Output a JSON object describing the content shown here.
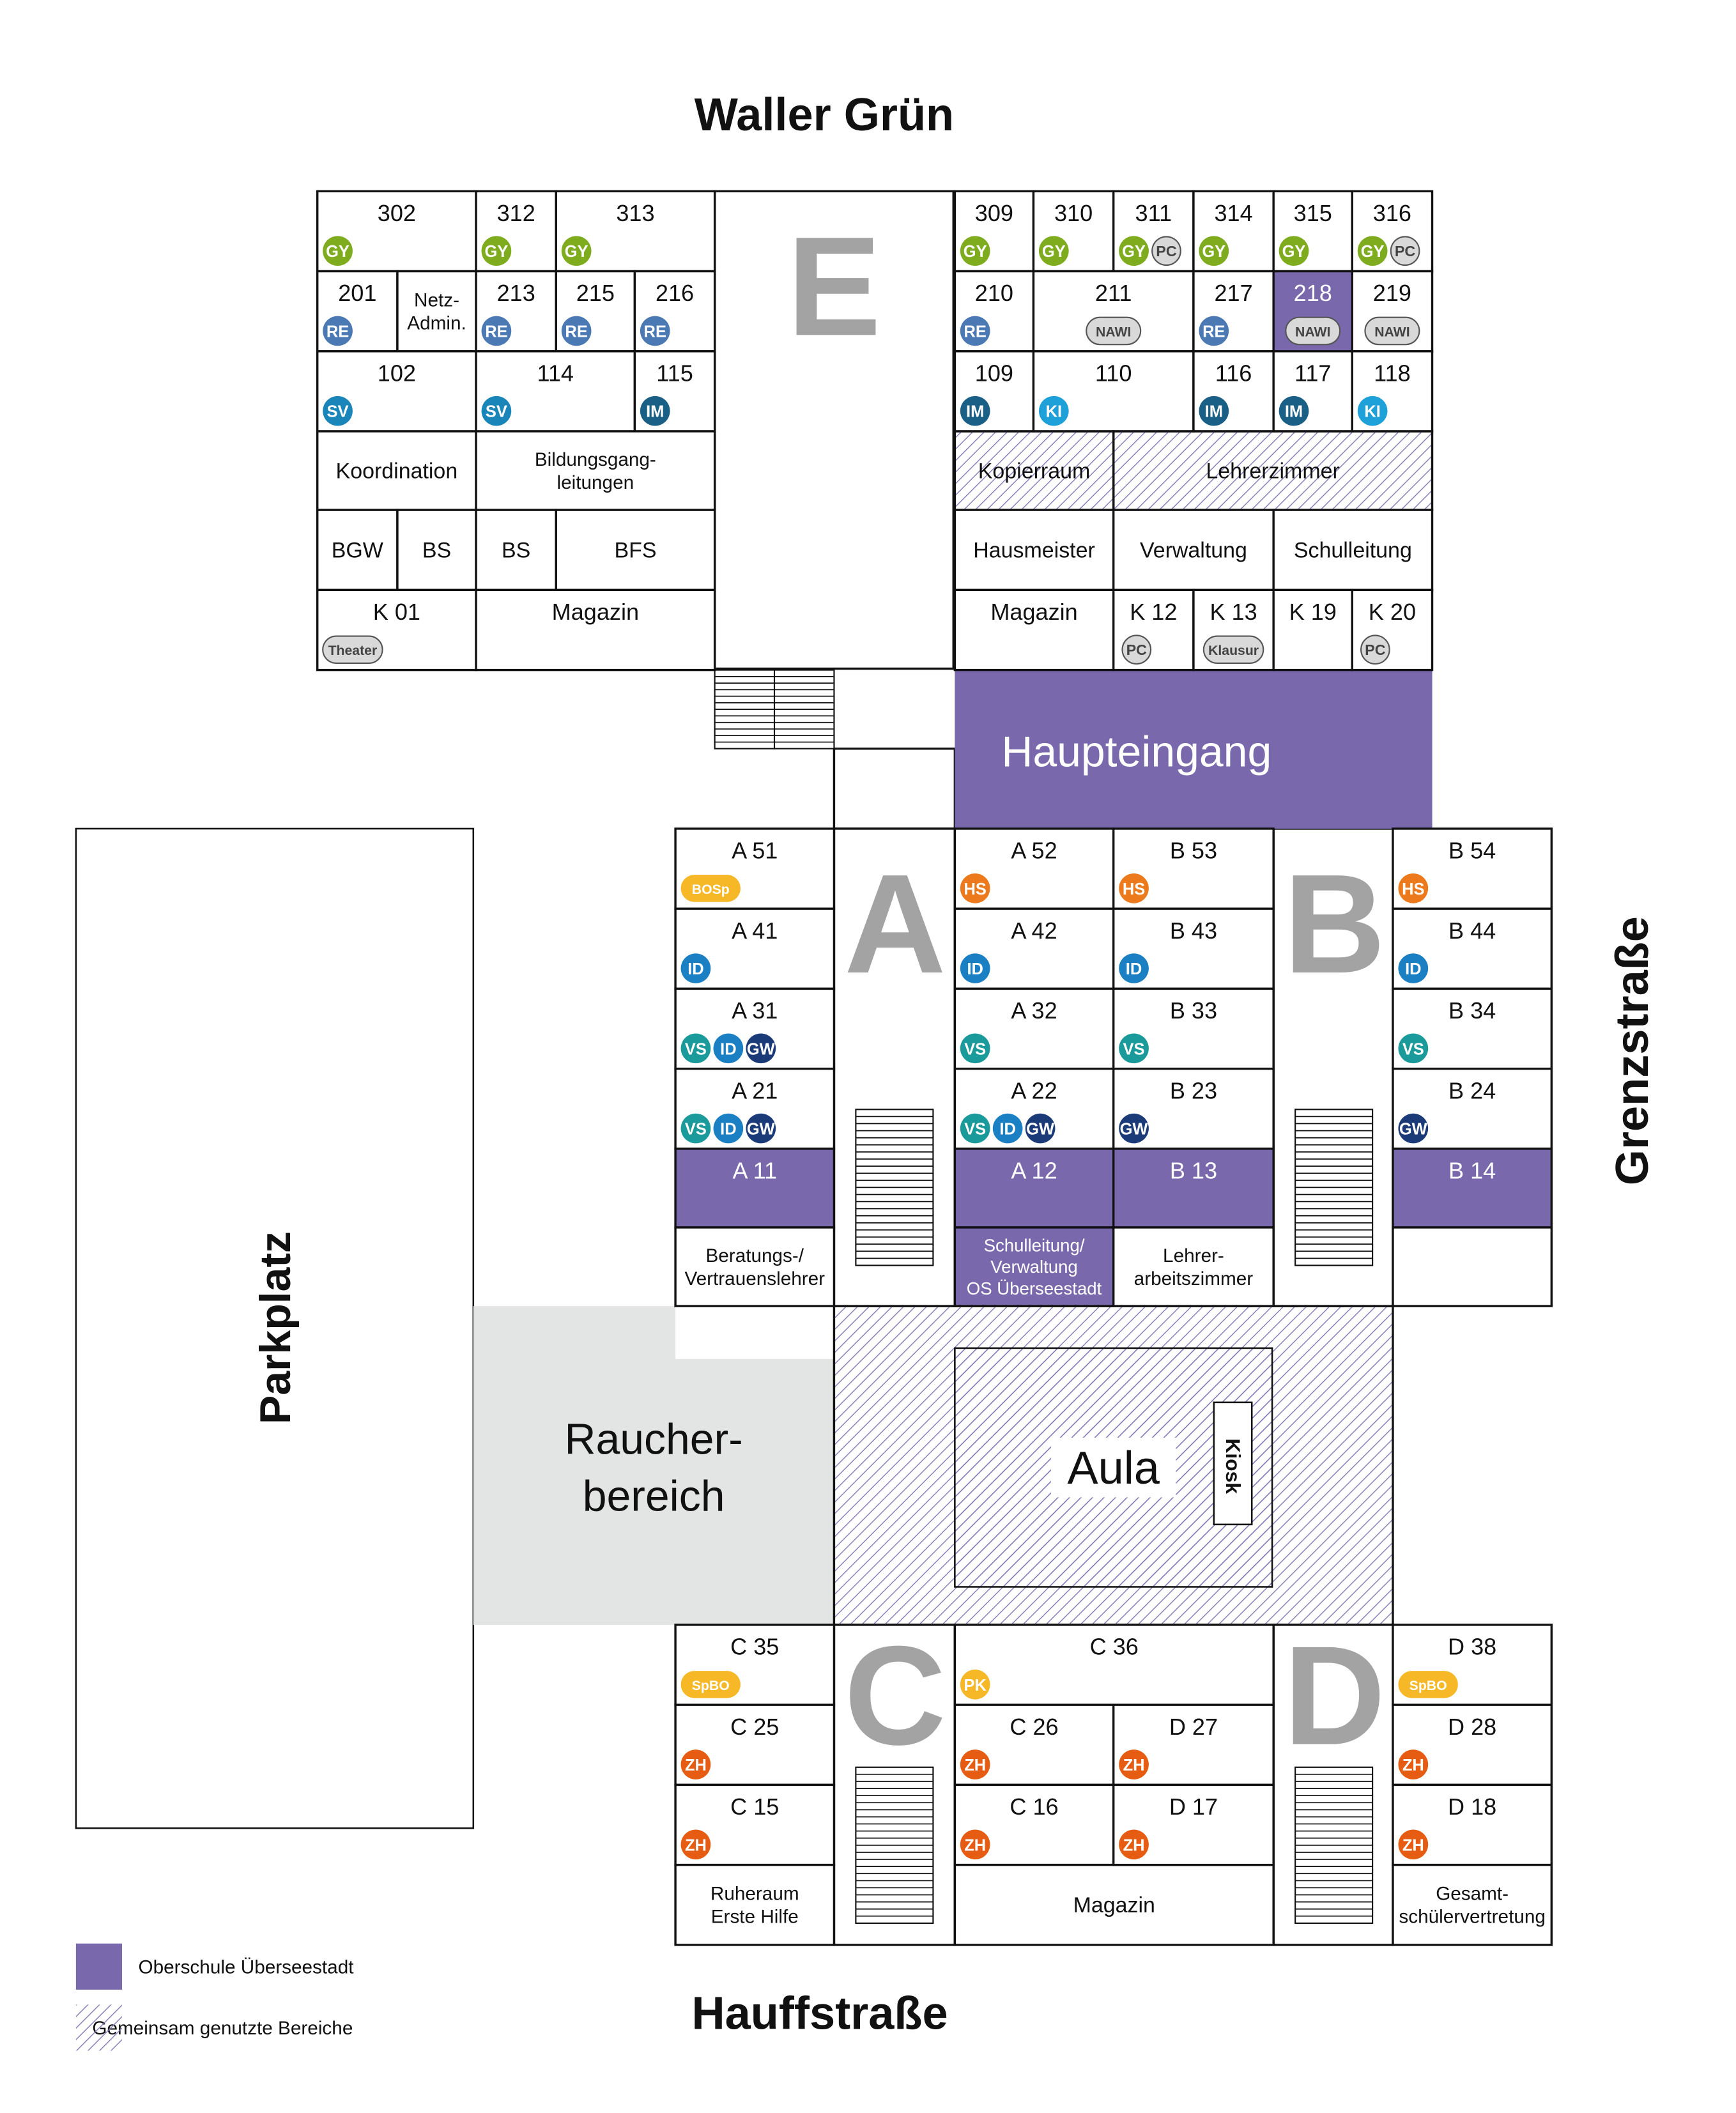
{
  "streets": {
    "north": "Waller Grün",
    "south": "Hauffstraße",
    "east": "Grenzstraße"
  },
  "colors": {
    "purple": "#7a68ad",
    "hatch": "#7a68ad",
    "smoker": "#e3e4e4",
    "wing_letter": "#a3a3a3",
    "badge": {
      "GY": "#7fac1e",
      "RE": "#4b79b4",
      "SV": "#1a85b8",
      "IM": "#1a5f86",
      "KI": "#1ea0d9",
      "ID": "#1b7fc4",
      "VS": "#1a9a9a",
      "GW": "#1a3a78",
      "HS": "#ec7a1c",
      "ZH": "#e65c12",
      "PK": "#f6b826",
      "BOSp": "#f6b826",
      "SpBO": "#f6b826",
      "PC": "#d9d9d9",
      "NAWI": "#d9d9d9",
      "Klausur": "#d9d9d9",
      "Theater": "#d9d9d9"
    }
  },
  "wing_letters": [
    "E",
    "A",
    "B",
    "C",
    "D"
  ],
  "areas": {
    "haupteingang": "Haupteingang",
    "aula": "Aula",
    "kiosk": "Kiosk",
    "raucher": [
      "Raucher-",
      "bereich"
    ],
    "parkplatz": "Parkplatz"
  },
  "rooms": [
    {
      "name": "302",
      "badges": [
        "GY"
      ]
    },
    {
      "name": "312",
      "badges": [
        "GY"
      ]
    },
    {
      "name": "313",
      "badges": [
        "GY"
      ]
    },
    {
      "name": "201",
      "badges": [
        "RE"
      ]
    },
    {
      "name": [
        "Netz-",
        "Admin."
      ],
      "badges": []
    },
    {
      "name": "213",
      "badges": [
        "RE"
      ]
    },
    {
      "name": "215",
      "badges": [
        "RE"
      ]
    },
    {
      "name": "216",
      "badges": [
        "RE"
      ]
    },
    {
      "name": "102",
      "badges": [
        "SV"
      ]
    },
    {
      "name": "114",
      "badges": [
        "SV"
      ]
    },
    {
      "name": "115",
      "badges": [
        "IM"
      ]
    },
    {
      "name": "Koordination",
      "badges": []
    },
    {
      "name": [
        "Bildungsgang-",
        "leitungen"
      ],
      "badges": []
    },
    {
      "name": "BGW",
      "badges": []
    },
    {
      "name": "BS",
      "badges": []
    },
    {
      "name": "BS",
      "badges": []
    },
    {
      "name": "BFS",
      "badges": []
    },
    {
      "name": "K 01",
      "badges": [
        "Theater"
      ]
    },
    {
      "name": "Magazin",
      "badges": []
    },
    {
      "name": "309",
      "badges": [
        "GY"
      ]
    },
    {
      "name": "310",
      "badges": [
        "GY"
      ]
    },
    {
      "name": "311",
      "badges": [
        "GY",
        "PC"
      ]
    },
    {
      "name": "314",
      "badges": [
        "GY"
      ]
    },
    {
      "name": "315",
      "badges": [
        "GY"
      ]
    },
    {
      "name": "316",
      "badges": [
        "GY",
        "PC"
      ]
    },
    {
      "name": "210",
      "badges": [
        "RE"
      ]
    },
    {
      "name": "211",
      "badges": [
        "NAWI"
      ]
    },
    {
      "name": "217",
      "badges": [
        "RE"
      ]
    },
    {
      "name": "218",
      "badges": [
        "NAWI"
      ]
    },
    {
      "name": "219",
      "badges": [
        "NAWI"
      ]
    },
    {
      "name": "109",
      "badges": [
        "IM"
      ]
    },
    {
      "name": "110",
      "badges": [
        "KI"
      ]
    },
    {
      "name": "116",
      "badges": [
        "IM"
      ]
    },
    {
      "name": "117",
      "badges": [
        "IM"
      ]
    },
    {
      "name": "118",
      "badges": [
        "KI"
      ]
    },
    {
      "name": "Kopierraum",
      "badges": []
    },
    {
      "name": "Lehrerzimmer",
      "badges": []
    },
    {
      "name": "Hausmeister",
      "badges": []
    },
    {
      "name": "Verwaltung",
      "badges": []
    },
    {
      "name": "Schulleitung",
      "badges": []
    },
    {
      "name": "Magazin",
      "badges": []
    },
    {
      "name": "K 12",
      "badges": [
        "PC"
      ]
    },
    {
      "name": "K 13",
      "badges": [
        "Klausur"
      ]
    },
    {
      "name": "K 19",
      "badges": []
    },
    {
      "name": "K 20",
      "badges": [
        "PC"
      ]
    },
    {
      "name": "A 51",
      "badges": [
        "BOSp"
      ]
    },
    {
      "name": "A 41",
      "badges": [
        "ID"
      ]
    },
    {
      "name": "A 31",
      "badges": [
        "VS",
        "ID",
        "GW"
      ]
    },
    {
      "name": "A 21",
      "badges": [
        "VS",
        "ID",
        "GW"
      ]
    },
    {
      "name": "A 11",
      "badges": []
    },
    {
      "name": [
        "Beratungs-/",
        "Vertrauenslehrer"
      ],
      "badges": []
    },
    {
      "name": "A 52",
      "badges": [
        "HS"
      ]
    },
    {
      "name": "A 42",
      "badges": [
        "ID"
      ]
    },
    {
      "name": "A 32",
      "badges": [
        "VS"
      ]
    },
    {
      "name": "A 22",
      "badges": [
        "VS",
        "ID",
        "GW"
      ]
    },
    {
      "name": "A 12",
      "badges": []
    },
    {
      "name": [
        "Schulleitung/",
        "Verwaltung",
        "OS Überseestadt"
      ],
      "badges": []
    },
    {
      "name": "B 53",
      "badges": [
        "HS"
      ]
    },
    {
      "name": "B 43",
      "badges": [
        "ID"
      ]
    },
    {
      "name": "B 33",
      "badges": [
        "VS"
      ]
    },
    {
      "name": "B 23",
      "badges": [
        "GW"
      ]
    },
    {
      "name": "B 13",
      "badges": []
    },
    {
      "name": [
        "Lehrer-",
        "arbeitszimmer"
      ],
      "badges": []
    },
    {
      "name": "B 54",
      "badges": [
        "HS"
      ]
    },
    {
      "name": "B 44",
      "badges": [
        "ID"
      ]
    },
    {
      "name": "B 34",
      "badges": [
        "VS"
      ]
    },
    {
      "name": "B 24",
      "badges": [
        "GW"
      ]
    },
    {
      "name": "B 14",
      "badges": []
    },
    {
      "name": "",
      "badges": []
    },
    {
      "name": "C 35",
      "badges": [
        "SpBO"
      ]
    },
    {
      "name": "C 25",
      "badges": [
        "ZH"
      ]
    },
    {
      "name": "C 15",
      "badges": [
        "ZH"
      ]
    },
    {
      "name": [
        "Ruheraum",
        "Erste Hilfe"
      ],
      "badges": []
    },
    {
      "name": "C 36",
      "badges": [
        "PK"
      ]
    },
    {
      "name": "C 26",
      "badges": [
        "ZH"
      ]
    },
    {
      "name": "C 16",
      "badges": [
        "ZH"
      ]
    },
    {
      "name": "Magazin",
      "badges": []
    },
    {
      "name": "D 27",
      "badges": [
        "ZH"
      ]
    },
    {
      "name": "D 17",
      "badges": [
        "ZH"
      ]
    },
    {
      "name": "D 38",
      "badges": [
        "SpBO"
      ]
    },
    {
      "name": "D 28",
      "badges": [
        "ZH"
      ]
    },
    {
      "name": "D 18",
      "badges": [
        "ZH"
      ]
    },
    {
      "name": [
        "Gesamt-",
        "schülervertretung"
      ],
      "badges": []
    }
  ],
  "legend": [
    {
      "label": "Oberschule Überseestadt",
      "fill": "solid"
    },
    {
      "label": "Gemeinsam genutzte Bereiche",
      "fill": "hatched"
    }
  ]
}
